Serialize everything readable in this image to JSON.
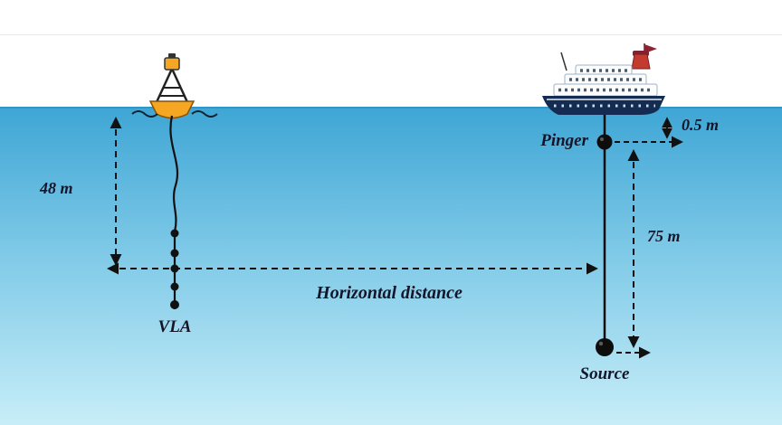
{
  "diagram": {
    "type": "underwater-acoustics-setup",
    "labels": {
      "vla": "VLA",
      "pinger": "Pinger",
      "source": "Source"
    },
    "measurements": {
      "vla_depth": "48 m",
      "pinger_depth": "0.5 m",
      "pinger_to_source": "75 m",
      "horizontal_distance": "Horizontal distance"
    },
    "icons": {
      "buoy": "buoy-icon",
      "ship": "cruise-ship-icon",
      "pinger_marker": "pinger-marker",
      "source_marker": "source-marker"
    },
    "colors": {
      "sky": "#ffffff",
      "water_top": "#3fa6d5",
      "water_bottom": "#c8eef8",
      "line": "#111111",
      "text": "#15152a",
      "buoy": "#f5a623",
      "ship_hull": "#152c52",
      "funnel": "#c23b2e"
    }
  }
}
